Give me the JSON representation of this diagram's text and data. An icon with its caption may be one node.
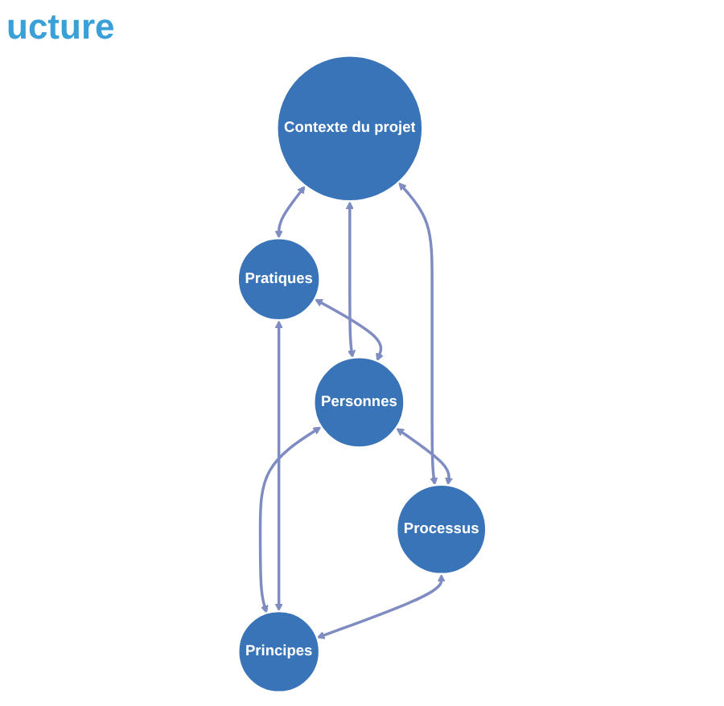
{
  "diagram": {
    "title": "ucture",
    "nodes": [
      {
        "text": [
          "Contexte du projet"
        ]
      },
      {
        "text": [
          "Pratiques"
        ]
      },
      {
        "text": [
          "Personnes"
        ]
      },
      {
        "text": [
          "Processus"
        ]
      },
      {
        "text": [
          "Principes"
        ]
      }
    ],
    "edges": [
      {
        "from": 0,
        "to": 1,
        "arrow": "both"
      },
      {
        "from": 0,
        "to": 3,
        "arrow": "both"
      },
      {
        "from": 0,
        "to": 2,
        "arrow": "both"
      },
      {
        "from": 1,
        "to": 2,
        "arrow": "both"
      },
      {
        "from": 2,
        "to": 3,
        "arrow": "both"
      },
      {
        "from": 2,
        "to": 4,
        "arrow": "both"
      },
      {
        "from": 1,
        "to": 4,
        "arrow": "both"
      },
      {
        "from": 3,
        "to": 4,
        "arrow": "both"
      }
    ]
  }
}
